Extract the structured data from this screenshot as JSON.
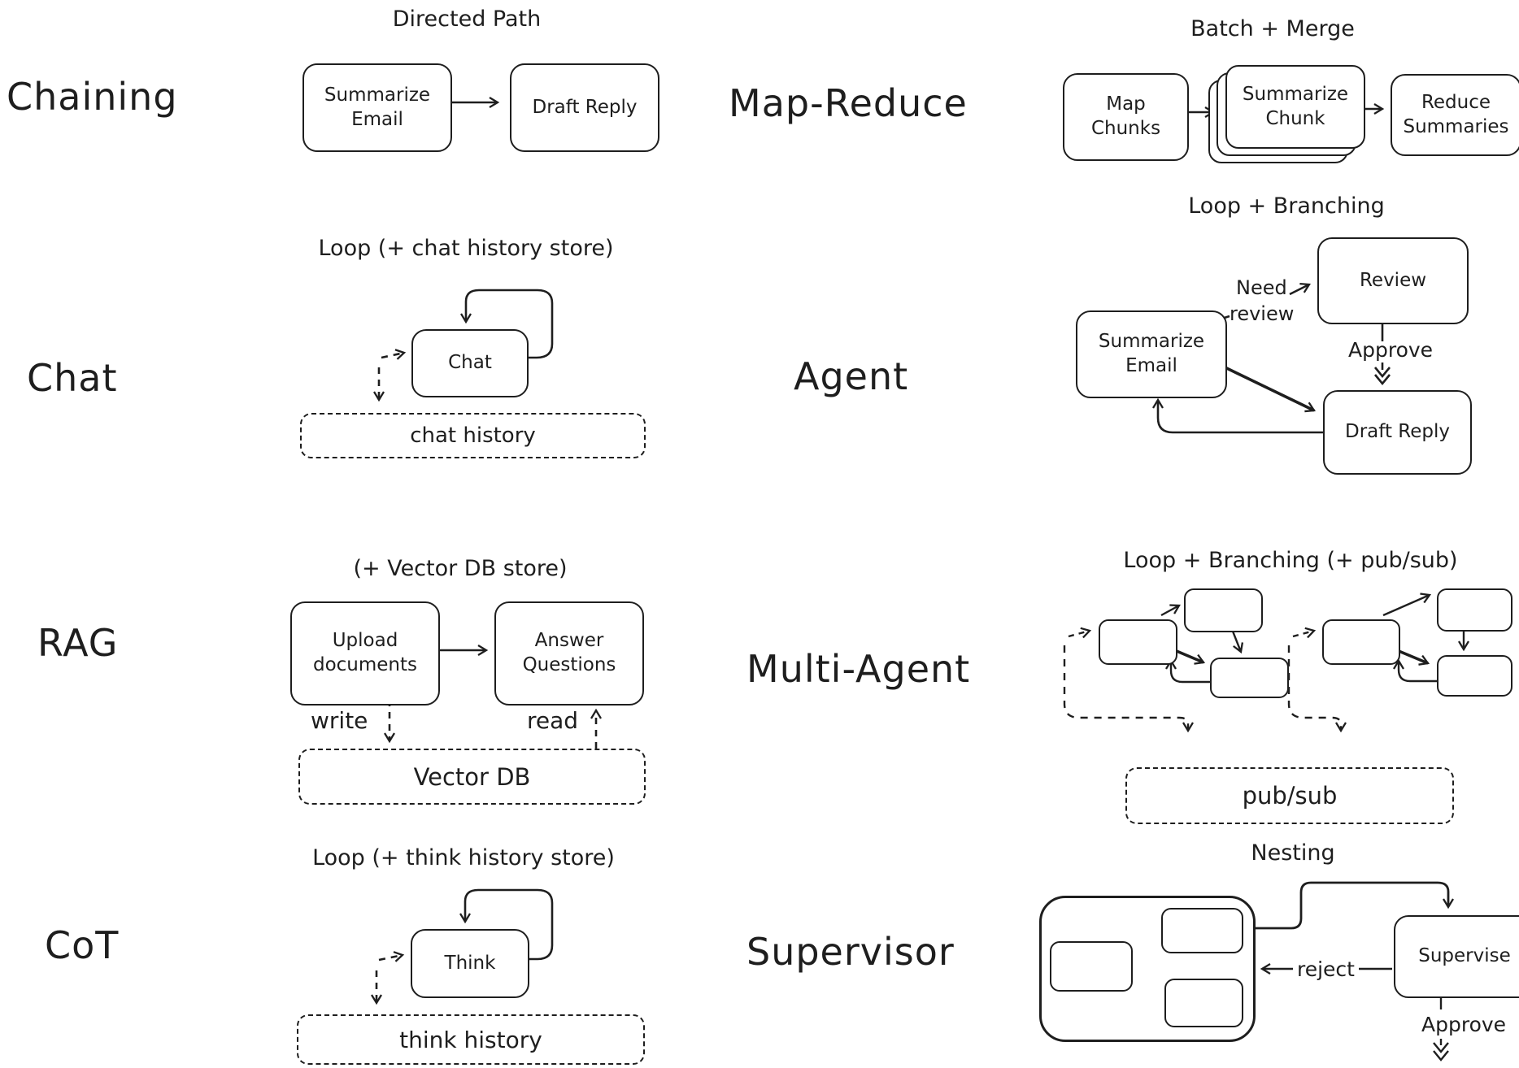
{
  "canvas": {
    "background": "#ffffff",
    "ink": "#1e1e1e"
  },
  "patterns": {
    "chaining": {
      "label": "Chaining",
      "title": "Directed Path",
      "node1": "Summarize Email",
      "node2": "Draft Reply"
    },
    "map_reduce": {
      "label": "Map-Reduce",
      "title": "Batch + Merge",
      "node1": "Map Chunks",
      "node2": "Summarize Chunk",
      "node3": "Reduce Summaries"
    },
    "chat": {
      "label": "Chat",
      "title": "Loop (+ chat history store)",
      "node1": "Chat",
      "store": "chat history"
    },
    "agent": {
      "label": "Agent",
      "title": "Loop + Branching",
      "review_node": "Review",
      "summarize_node": "Summarize Email",
      "draft_node": "Draft Reply",
      "edge_need_line1": "Need",
      "edge_need_line2": "review",
      "edge_approve": "Approve"
    },
    "rag": {
      "label": "RAG",
      "title": "(+ Vector DB store)",
      "node1": "Upload documents",
      "node2": "Answer Questions",
      "store": "Vector DB",
      "edge_write": "write",
      "edge_read": "read"
    },
    "multi_agent": {
      "label": "Multi-Agent",
      "title": "Loop + Branching (+ pub/sub)",
      "store": "pub/sub"
    },
    "cot": {
      "label": "CoT",
      "title": "Loop (+ think history store)",
      "node1": "Think",
      "store": "think history"
    },
    "supervisor": {
      "label": "Supervisor",
      "title": "Nesting",
      "supervise_node": "Supervise",
      "edge_reject": "reject",
      "edge_approve": "Approve"
    }
  }
}
